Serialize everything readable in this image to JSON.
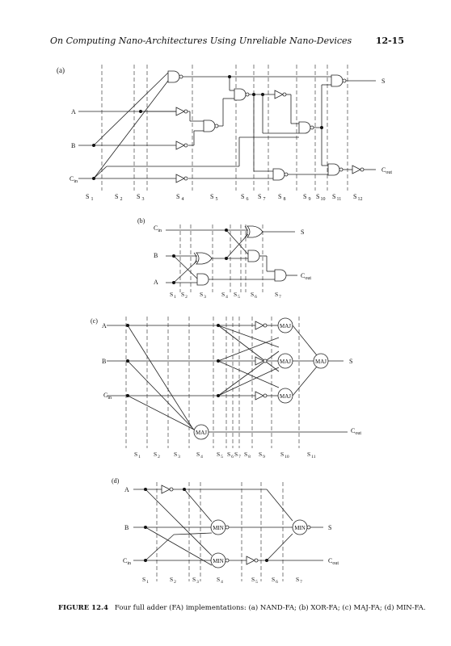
{
  "header": {
    "running_title": "On Computing Nano-Architectures Using Unreliable Nano-Devices",
    "page_number": "12-15"
  },
  "panel_a": {
    "tag": "(a)",
    "inputs": {
      "a": "A",
      "b": "B",
      "cin_main": "C",
      "cin_sub": "in"
    },
    "outputs": {
      "s": "S",
      "cout_main": "C",
      "cout_sub": "out"
    },
    "stages": [
      {
        "m": "S",
        "s": "1"
      },
      {
        "m": "S",
        "s": "2"
      },
      {
        "m": "S",
        "s": "3"
      },
      {
        "m": "S",
        "s": "4"
      },
      {
        "m": "S",
        "s": "5"
      },
      {
        "m": "S",
        "s": "6"
      },
      {
        "m": "S",
        "s": "7"
      },
      {
        "m": "S",
        "s": "8"
      },
      {
        "m": "S",
        "s": "9"
      },
      {
        "m": "S",
        "s": "10"
      },
      {
        "m": "S",
        "s": "11"
      },
      {
        "m": "S",
        "s": "12"
      }
    ]
  },
  "panel_b": {
    "tag": "(b)",
    "inputs": {
      "cin_main": "C",
      "cin_sub": "in",
      "b": "B",
      "a": "A"
    },
    "outputs": {
      "s": "S",
      "cout_main": "C",
      "cout_sub": "out"
    },
    "stages": [
      {
        "m": "S",
        "s": "1"
      },
      {
        "m": "S",
        "s": "2"
      },
      {
        "m": "S",
        "s": "3"
      },
      {
        "m": "S",
        "s": "4"
      },
      {
        "m": "S",
        "s": "5"
      },
      {
        "m": "S",
        "s": "6"
      },
      {
        "m": "S",
        "s": "7"
      }
    ]
  },
  "panel_c": {
    "tag": "(c)",
    "inputs": {
      "a": "A",
      "b": "B",
      "cin_main": "C",
      "cin_sub": "in"
    },
    "outputs": {
      "s": "S",
      "cout_main": "C",
      "cout_sub": "out"
    },
    "gate_label": "MAJ",
    "stages": [
      {
        "m": "S",
        "s": "1"
      },
      {
        "m": "S",
        "s": "2"
      },
      {
        "m": "S",
        "s": "3"
      },
      {
        "m": "S",
        "s": "4"
      },
      {
        "m": "S",
        "s": "5"
      },
      {
        "m": "S",
        "s": "6"
      },
      {
        "m": "S",
        "s": "7"
      },
      {
        "m": "S",
        "s": "8"
      },
      {
        "m": "S",
        "s": "9"
      },
      {
        "m": "S",
        "s": "10"
      },
      {
        "m": "S",
        "s": "11"
      }
    ]
  },
  "panel_d": {
    "tag": "(d)",
    "inputs": {
      "a": "A",
      "b": "B",
      "cin_main": "C",
      "cin_sub": "in"
    },
    "outputs": {
      "s": "S",
      "cout_main": "C",
      "cout_sub": "out"
    },
    "gate_label": "MIN",
    "stages": [
      {
        "m": "S",
        "s": "1"
      },
      {
        "m": "S",
        "s": "2"
      },
      {
        "m": "S",
        "s": "3"
      },
      {
        "m": "S",
        "s": "4"
      },
      {
        "m": "S",
        "s": "5"
      },
      {
        "m": "S",
        "s": "6"
      },
      {
        "m": "S",
        "s": "7"
      }
    ]
  },
  "caption": {
    "label": "FIGURE 12.4",
    "text": "Four full adder (FA) implementations: (a) NAND-FA; (b) XOR-FA; (c) MAJ-FA; (d) MIN-FA."
  }
}
